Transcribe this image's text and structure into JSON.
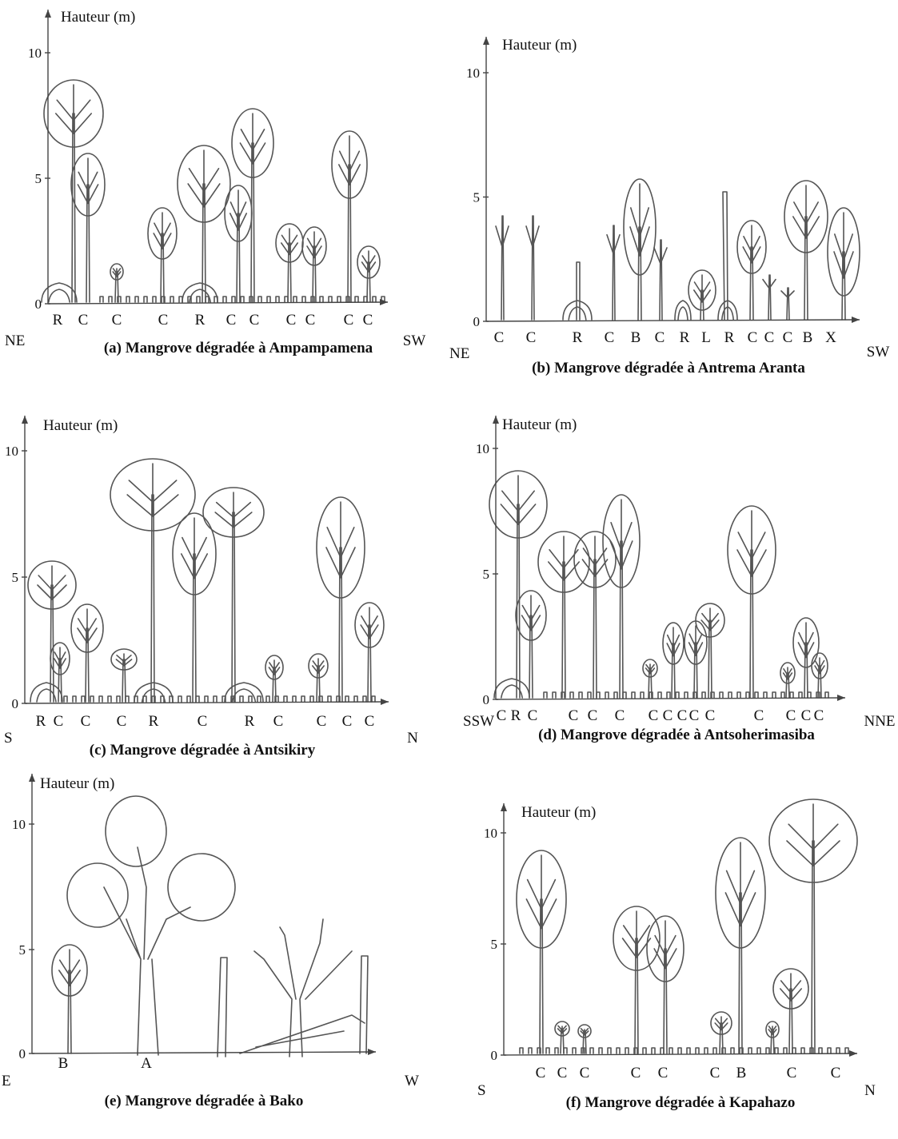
{
  "axis_label": "Hauteur (m)",
  "panels": [
    {
      "id": "a",
      "caption": "(a) Mangrove dégradée à Ampampamena",
      "left_dir": "NE",
      "right_dir": "SW",
      "ticks": [
        "0",
        "5",
        "10"
      ],
      "species": [
        "R",
        "C",
        "C",
        "C",
        "R",
        "C",
        "C",
        "C",
        "C",
        "C",
        "C"
      ]
    },
    {
      "id": "b",
      "caption": "(b) Mangrove dégradée à Antrema Aranta",
      "left_dir": "NE",
      "right_dir": "SW",
      "ticks": [
        "0",
        "5",
        "10"
      ],
      "species": [
        "C",
        "C",
        "R",
        "C",
        "B",
        "C",
        "R",
        "L",
        "R",
        "C",
        "C",
        "C",
        "B",
        "X"
      ]
    },
    {
      "id": "c",
      "caption": "(c) Mangrove dégradée à Antsikiry",
      "left_dir": "S",
      "right_dir": "N",
      "ticks": [
        "0",
        "5",
        "10"
      ],
      "species": [
        "R",
        "C",
        "C",
        "C",
        "R",
        "C",
        "R",
        "C",
        "C",
        "C",
        "C"
      ]
    },
    {
      "id": "d",
      "caption": "(d) Mangrove dégradée à Antsoherimasiba",
      "left_dir": "SSW",
      "right_dir": "NNE",
      "ticks": [
        "0",
        "5",
        "10"
      ],
      "species": [
        "C",
        "R",
        "C",
        "C",
        "C",
        "C",
        "C",
        "C",
        "C",
        "C",
        "C",
        "C",
        "C",
        "C",
        "C"
      ]
    },
    {
      "id": "e",
      "caption": "(e) Mangrove dégradée à Bako",
      "left_dir": "E",
      "right_dir": "W",
      "ticks": [
        "0",
        "5",
        "10"
      ],
      "species": [
        "B",
        "A"
      ]
    },
    {
      "id": "f",
      "caption": "(f) Mangrove dégradée à Kapahazo",
      "left_dir": "S",
      "right_dir": "N",
      "ticks": [
        "0",
        "5",
        "10"
      ],
      "species": [
        "C",
        "C",
        "C",
        "C",
        "C",
        "C",
        "B",
        "C",
        "C"
      ]
    }
  ]
}
